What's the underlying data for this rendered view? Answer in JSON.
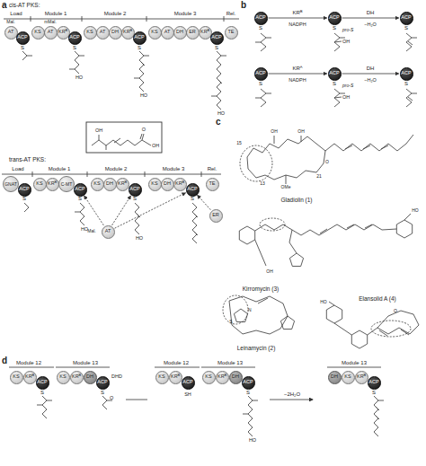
{
  "diagram": {
    "nodes": [
      {
        "text": [
          "AT"
        ]
      },
      {
        "text": [
          "ACP"
        ]
      },
      {
        "text": [
          "KS"
        ]
      },
      {
        "text": [
          "AT"
        ]
      },
      {
        "text": [
          "KRᴮ"
        ]
      },
      {
        "text": [
          "ACP"
        ]
      },
      {
        "text": [
          "KS"
        ]
      },
      {
        "text": [
          "AT"
        ]
      },
      {
        "text": [
          "DH"
        ]
      },
      {
        "text": [
          "KRᴮ"
        ]
      },
      {
        "text": [
          "ACP"
        ]
      },
      {
        "text": [
          "KS"
        ]
      },
      {
        "text": [
          "AT"
        ]
      },
      {
        "text": [
          "DH"
        ]
      },
      {
        "text": [
          "ER"
        ]
      },
      {
        "text": [
          "KRᴮ"
        ]
      },
      {
        "text": [
          "ACP"
        ]
      },
      {
        "text": [
          "TE"
        ]
      },
      {
        "text": [
          "GNAT"
        ]
      },
      {
        "text": [
          "ACP"
        ]
      },
      {
        "text": [
          "KS"
        ]
      },
      {
        "text": [
          "KRᴮ"
        ]
      },
      {
        "text": [
          "C-MT"
        ]
      },
      {
        "text": [
          "ACP"
        ]
      },
      {
        "text": [
          "KS"
        ]
      },
      {
        "text": [
          "DH"
        ]
      },
      {
        "text": [
          "KRᴮ"
        ]
      },
      {
        "text": [
          "ACP"
        ]
      },
      {
        "text": [
          "KS"
        ]
      },
      {
        "text": [
          "DH"
        ]
      },
      {
        "text": [
          "KRᴮ"
        ]
      },
      {
        "text": [
          "ACP"
        ]
      },
      {
        "text": [
          "TE"
        ]
      },
      {
        "text": [
          "ER"
        ]
      },
      {
        "text": [
          "AT"
        ]
      },
      {
        "text": [
          "ACP"
        ]
      },
      {
        "text": [
          "ACP"
        ]
      },
      {
        "text": [
          "ACP"
        ]
      },
      {
        "text": [
          "ACP"
        ]
      },
      {
        "text": [
          "ACP"
        ]
      },
      {
        "text": [
          "ACP"
        ]
      },
      {
        "text": [
          "KS"
        ]
      },
      {
        "text": [
          "KRᴮ"
        ]
      },
      {
        "text": [
          "ACP"
        ]
      },
      {
        "text": [
          "KS"
        ]
      },
      {
        "text": [
          "KRᴮ"
        ]
      },
      {
        "text": [
          "DH"
        ]
      },
      {
        "text": [
          "ACP"
        ]
      },
      {
        "text": [
          "KS"
        ]
      },
      {
        "text": [
          "KRᴮ"
        ]
      },
      {
        "text": [
          "ACP"
        ]
      },
      {
        "text": [
          "KS"
        ]
      },
      {
        "text": [
          "KRᴮ"
        ]
      },
      {
        "text": [
          "DH"
        ]
      },
      {
        "text": [
          "ACP"
        ]
      },
      {
        "text": [
          "DH"
        ]
      },
      {
        "text": [
          "KS"
        ]
      },
      {
        "text": [
          "KRᴮ"
        ]
      },
      {
        "text": [
          "ACP"
        ]
      }
    ],
    "edges": [
      {
        "from": 34,
        "to": 23,
        "arrow": "to"
      },
      {
        "from": 34,
        "to": 27,
        "arrow": "to"
      },
      {
        "from": 34,
        "to": 31,
        "arrow": "to"
      },
      {
        "from": 33,
        "to": 31,
        "arrow": "to"
      },
      {
        "from": 35,
        "to": 36,
        "label": "KRᴮ",
        "arrow": "to"
      },
      {
        "from": 36,
        "to": 37,
        "label": "DH",
        "arrow": "to"
      },
      {
        "from": 38,
        "to": 39,
        "label": "KRᴬ",
        "arrow": "to"
      },
      {
        "from": 39,
        "to": 40,
        "label": "DH",
        "arrow": "to"
      }
    ],
    "labels": [
      "a",
      "cis-AT PKS:",
      "Load",
      "Module 1",
      "Module 2",
      "Module 3",
      "Rel.",
      "Mal.",
      "mMal.",
      "HO",
      "HO",
      "HO",
      "OH",
      "O",
      "OH",
      "trans-AT PKS:",
      "Load",
      "Module 1",
      "Module 2",
      "Module 3",
      "Rel.",
      "Mal.",
      "HO",
      "HO",
      "b",
      "NADPH",
      "−H₂O",
      "pro-S",
      "OH",
      "NADPH",
      "−H₂O",
      "pro-S",
      "OH",
      "c",
      "Gladiolin (1)",
      "Kirromycin (3)",
      "Leinamycin (2)",
      "Elansolid A (4)",
      "15",
      "13",
      "21",
      "OMe",
      "OH",
      "OH",
      "O",
      "OH",
      "HO",
      "N",
      "S",
      "O",
      "HO",
      "d",
      "Module 12",
      "Module 13",
      "Module 12",
      "Module 13",
      "Module 13",
      "DHD",
      "SH",
      "−2H₂O",
      "O",
      "HO",
      "S",
      "S",
      "S",
      "S",
      "S",
      "S",
      "S",
      "S",
      "S",
      "S",
      "S",
      "S",
      "S",
      "S",
      "S",
      "S",
      "S",
      "S"
    ]
  }
}
